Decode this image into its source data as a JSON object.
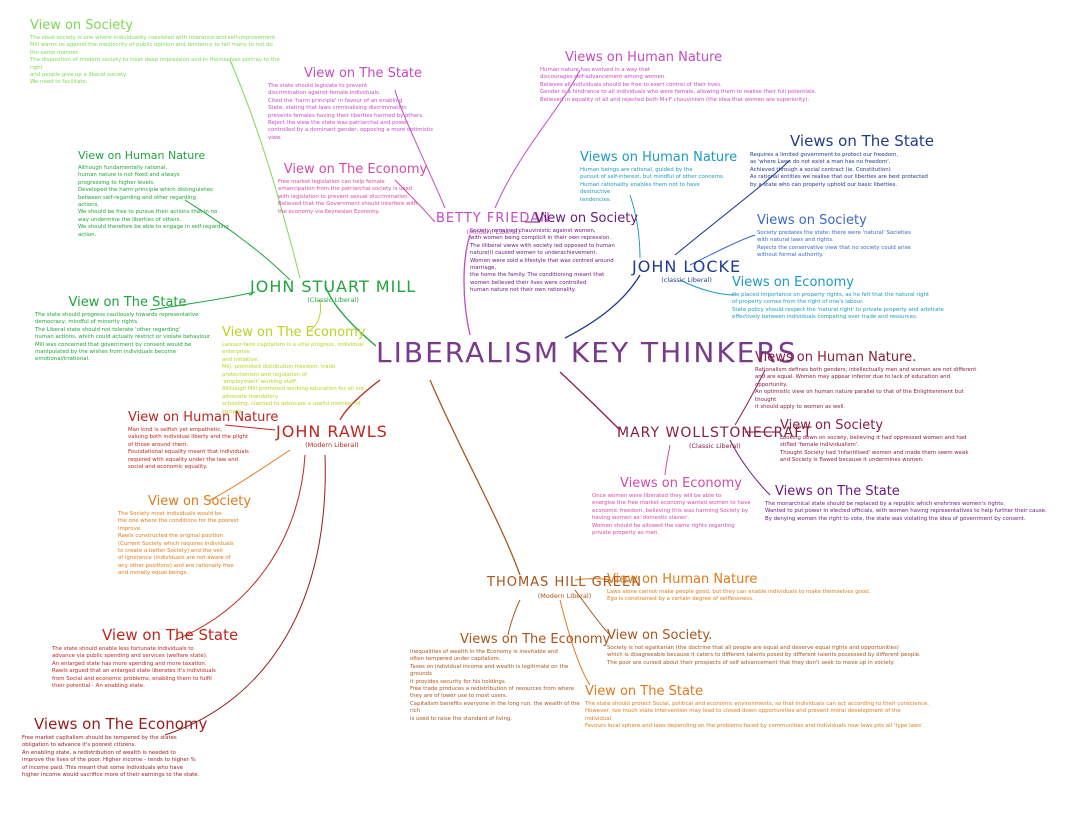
{
  "center_title": "LIBERALISM  KEY  THINKERS",
  "thinkers": {
    "mill": {
      "name": "JOHN  STUART  MILL",
      "sub": "(Classic Liberal)"
    },
    "friedan": {
      "name": "BETTY  FRIEDAN",
      "sub": "(Modern Liberal)"
    },
    "locke": {
      "name": "JOHN  LOCKE",
      "sub": "(classic Liberal)"
    },
    "wollstonecraft": {
      "name": "MARY  WOLLSTONECRAFT",
      "sub": "(Classic Liberal)"
    },
    "rawls": {
      "name": "JOHN  RAWLS",
      "sub": "(Modern Liberal)"
    },
    "green": {
      "name": "THOMAS  HILL  GREEN",
      "sub": "(Modern Liberal)"
    }
  },
  "sections": {
    "mill_society": {
      "heading": "View on Society",
      "lines": [
        "The ideal society is one where individuality coexisted with tolerance and self-improvement.",
        "Mill warns us against the mediocrity of public opinion and tendency to tell many to not do",
        "the same manner.",
        "The disposition of modern society to treat deep impression and in themselves portray to the right",
        "and people give up a liberal society.",
        "We need to facilitate."
      ]
    },
    "mill_human": {
      "heading": "View on Human Nature",
      "lines": [
        "Although fundamentally rational,",
        "human nature is not fixed and always",
        "progressing to higher levels.",
        "Developed the harm principle which distinguishes",
        "between self-regarding and other regarding",
        "actions.",
        "We should be free to pursue their actions that in no",
        "way undermine the liberties of others.",
        "We should therefore be able to engage in self-regarding",
        "action."
      ]
    },
    "mill_state": {
      "heading": "View on The State",
      "lines": [
        "The state should progress cautiously towards representative",
        "democracy, mindful of minority rights.",
        "The Liberal state should not tolerate 'other regarding'",
        "human actions, which could actually restrict or violate behaviour.",
        "Mill was concerned that government by consent would be",
        "manipulated by the wishes from individuals become",
        "emotional/irrational."
      ]
    },
    "mill_economy": {
      "heading": "View on The Economy",
      "lines": [
        "Laissez-faire capitalism is a vital progress, individual enterprise",
        "and initiative.",
        "Mill, promoted distribution freedom, trade protectionism and regulation of",
        "'employment' working staff.",
        "Although Mill promoted working education for all not advocate mandatory",
        "schooling, claimed to advocate a useful member of society."
      ]
    },
    "friedan_state": {
      "heading": "View on The State",
      "lines": [
        "The state should legislate to prevent",
        "discrimination against female individuals.",
        "Cited the 'harm principle' in favour of an enabling",
        "State, stating that laws criminalising discrimination",
        "prevents females having their liberties harmed by others.",
        "Reject the view the state was patriarchal and power",
        "controlled by a dominant gender, opposing a more optimistic",
        "view."
      ]
    },
    "friedan_economy": {
      "heading": "View on The Economy",
      "lines": [
        "Free market legislation can help female",
        "emancipation from the patriarchal society is used",
        "with legislation to prevent sexual discrimination.",
        "Believed that the Government should interfere with",
        "the economy via Keynesian Economy."
      ]
    },
    "friedan_society": {
      "heading": "View on Society",
      "lines": [
        "Society remained chauvinistic against women,",
        "with women being complicit in their own repression.",
        "The illiberal views with society led opposed to human",
        "nature(i) caused women to underachievement.",
        "Women were sold a lifestyle that was centred around marriage,",
        "the home the family. The conditioning meant that",
        "women believed their lives were controlled",
        "human nature not their own rationality."
      ]
    },
    "friedan_human": {
      "heading": "Views on Human Nature",
      "lines": [
        "Human nature has evolved in a way that",
        "discourages self-advancement among women.",
        "Believes all individuals should be free to exert control of their lives.",
        "Gender is a hindrance to all individuals who were female, allowing them to realise their full potentials.",
        "Believed in equality of all and rejected both M+F chauvinism (the idea that women are superiority)."
      ]
    },
    "locke_human": {
      "heading": "Views on Human Nature",
      "lines": [
        "Human beings are rational, guided by the",
        "pursuit of self-interest, but mindful of other concerns.",
        "Human rationality enables them not to have destructive",
        "tendencies."
      ]
    },
    "locke_state": {
      "heading": "Views on The State",
      "lines": [
        "Requires a limited government to protect our freedom,",
        "as 'where Laws do not exist a man has no freedom'.",
        "Achieved through a social contract (ie. Constitution)",
        "As rational entities we realise that our liberties are best protected",
        "by a state who can properly uphold our basic liberties."
      ]
    },
    "locke_society": {
      "heading": "Views on Society",
      "lines": [
        "Society predates the state; there were 'natural' Societies",
        "with natural laws and rights.",
        "Rejects the conservative view that no society could arise",
        "without formal authority."
      ]
    },
    "locke_economy": {
      "heading": "Views on Economy",
      "lines": [
        "He placed importance on property rights, as he felt that the natural right",
        "of property comes from the right of one's labour.",
        "State policy should respect the 'natural right' to private property and arbitrate",
        "effectively between individuals competing over trade and resources."
      ]
    },
    "woll_human": {
      "heading": "Views on Human Nature.",
      "lines": [
        "Rationalism defines both genders; intellectually men and women are not different",
        "and are equal. Women may appear inferior due to lack of education and opportunity.",
        "An optimistic view on human nature parallel to that of the Enlightenment but thought",
        "it should apply to women as well."
      ]
    },
    "woll_society": {
      "heading": "View on Society",
      "lines": [
        "Looking down on society, believing it had oppressed women and had",
        "stifled 'female individualism'.",
        "Thought Society had 'infantilised' women and made them seem weak",
        "and Society is flawed because it undermines women."
      ]
    },
    "woll_state": {
      "heading": "Views on The State",
      "lines": [
        "The monarchical state should be replaced by a republic which enshrines women's rights.",
        "Wanted to put power in elected officials, with women having representatives to help further their cause.",
        "By denying women the right to vote, the state was violating the idea of government by consent."
      ]
    },
    "woll_economy": {
      "heading": "Views on Economy",
      "lines": [
        "Once women were liberated they will be able to",
        "energise the free market economy wanted women to have",
        "economic freedom, believing this was harming Society by",
        "having women as 'domestic slaves'.",
        "Women should be allowed the same rights regarding",
        "private property as men."
      ]
    },
    "rawls_human": {
      "heading": "View on Human Nature",
      "lines": [
        "Man kind is selfish yet empathetic,",
        "valuing both individual liberty and the plight",
        "of those around them.",
        "Foundational equality meant that individuals",
        "required with equality under the law and",
        "social and economic equality."
      ]
    },
    "rawls_society": {
      "heading": "View on Society",
      "lines": [
        "The Society most individuals would be",
        "the one where the conditions for the poorest",
        "improve.",
        "Rawls constructed the original position",
        "(Current Society which requires individuals",
        "to create a better Society) and the veil",
        "of ignorance (individuals are not aware of",
        "any other positions) and are rationally free",
        "and morally equal beings."
      ]
    },
    "rawls_state": {
      "heading": "View on The State",
      "lines": [
        "The state should enable less fortunate individuals to",
        "advance via public spending and services (welfare state).",
        "An enlarged state has more spending and more taxation.",
        "Rawls argued that an enlarged state liberates it's individuals",
        "from Social and economic problems, enabling them to fulfil",
        "their potential - An enabling state."
      ]
    },
    "rawls_economy": {
      "heading": "Views on The Economy",
      "lines": [
        "Free market capitalism should be tempered by the states",
        "obligation to advance it's poorest citizens.",
        "An enabling state, a redistribution of wealth is needed to",
        "improve the lives of the poor. Higher income - tends to higher %",
        "of income paid. This meant that some individuals who have",
        "higher income would sacrifice more of their earnings to the state."
      ]
    },
    "green_human": {
      "heading": "View on Human Nature",
      "lines": [
        "Laws alone cannot make people good, but they can enable individuals to make themselves good.",
        "Ego is constrained by a certain degree of selflessness."
      ]
    },
    "green_society": {
      "heading": "View on Society.",
      "lines": [
        "Society is not egalitarian (the doctrine that all people are equal and deserve equal rights and opportunities)",
        "which is disagreeable because it caters to different talents posed by different talents possessed by different people.",
        "The poor are cursed about their prospects of self advancement that they don't seek to move up in society."
      ]
    },
    "green_state": {
      "heading": "View on The State",
      "lines": [
        "The state should protect Social, political and economic environments, so that individuals can act according to their conscience.",
        "However, too much state intervention may lead to closed down opportunities and prevent moral development of the individual.",
        "Favours local sphere and laws depending on the problems faced by communities and individuals now laws pits all 'type laws'."
      ]
    },
    "green_economy": {
      "heading": "Views on The Economy",
      "lines": [
        "Inequalities of wealth in the Economy is inevitable and",
        "often tempered under capitalism.",
        "Taxes on individual income and wealth is legitimate on the grounds",
        "it provides security for his holdings.",
        "Free trade produces a redistribution of resources from where",
        "they are of lower use to most users.",
        "Capitalism benefits everyone in the long run, the wealth of the rich",
        "is used to raise the standard of living."
      ]
    }
  },
  "colors": {
    "center": "#7a3a8a",
    "mill_light": "#7ed957",
    "mill_green": "#1fa53b",
    "mill_lime": "#b5d61f",
    "friedan": "#c54bc4",
    "friedan_pink": "#d64aa8",
    "locke_teal": "#1b9bc0",
    "locke_navy": "#1f3b8f",
    "locke_blue": "#3a68c8",
    "woll_maroon": "#8a1f3d",
    "woll_purple": "#6b1a80",
    "rawls": "#c0261e",
    "rawls_dark": "#9a1a1a",
    "green_orange": "#e07b1a",
    "green_brown": "#a8561a"
  }
}
